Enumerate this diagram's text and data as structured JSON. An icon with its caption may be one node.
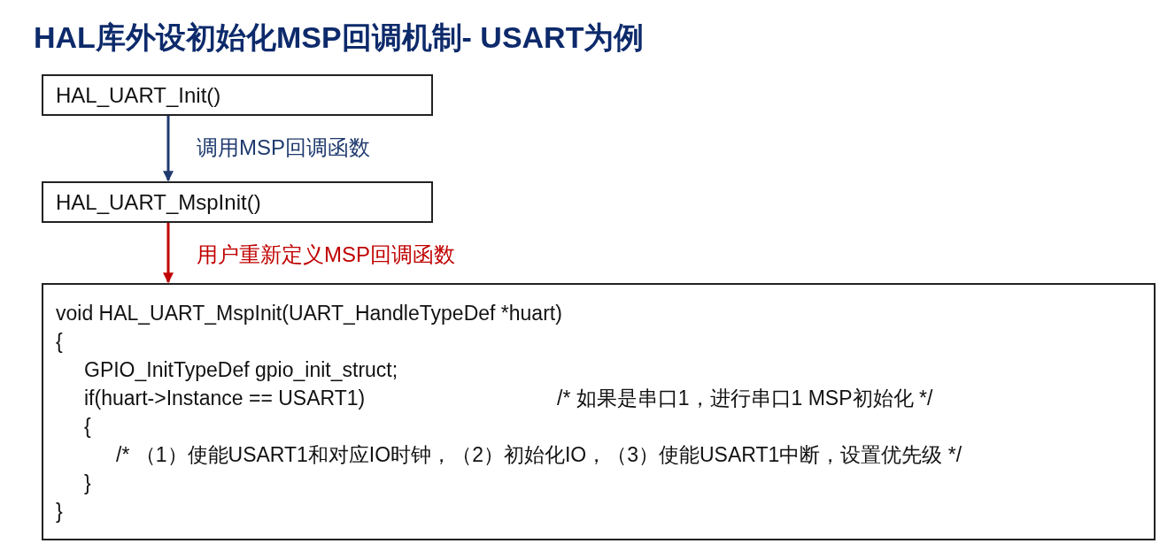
{
  "diagram": {
    "title": "HAL库外设初始化MSP回调机制- USART为例",
    "nodes": [
      {
        "text": [
          "HAL_UART_Init()"
        ]
      },
      {
        "text": [
          "HAL_UART_MspInit()"
        ]
      },
      {
        "text": [
          "void HAL_UART_MspInit(UART_HandleTypeDef *huart)",
          "{",
          "GPIO_InitTypeDef gpio_init_struct;",
          "if(huart->Instance == USART1)",
          "/* 如果是串口1，进行串口1 MSP初始化 */",
          "{",
          "/* （1）使能USART1和对应IO时钟，（2）初始化IO，（3）使能USART1中断，设置优先级 */",
          "}",
          "}"
        ]
      }
    ],
    "edges": [
      {
        "from": 0,
        "to": 1,
        "arrow": "to",
        "label": "调用MSP回调函数",
        "color": "#1f3a6e"
      },
      {
        "from": 1,
        "to": 2,
        "arrow": "to",
        "label": "用户重新定义MSP回调函数",
        "color": "#c00000"
      }
    ]
  }
}
